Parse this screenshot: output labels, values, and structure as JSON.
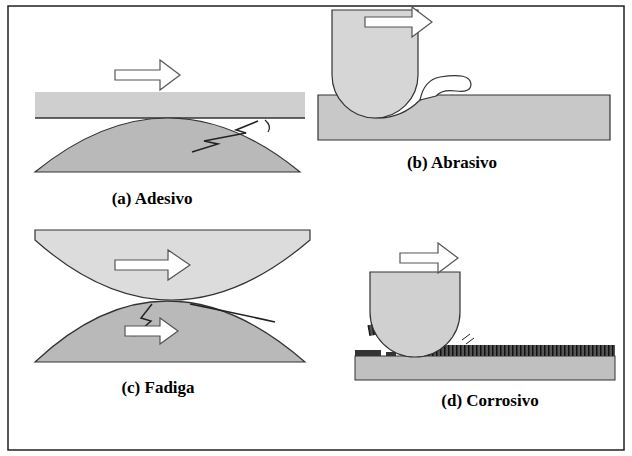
{
  "diagram": {
    "labels": [
      "(a) Adesivo",
      "(b) Abrasivo",
      "(c) Fadiga",
      "(d) Corrosivo"
    ]
  }
}
